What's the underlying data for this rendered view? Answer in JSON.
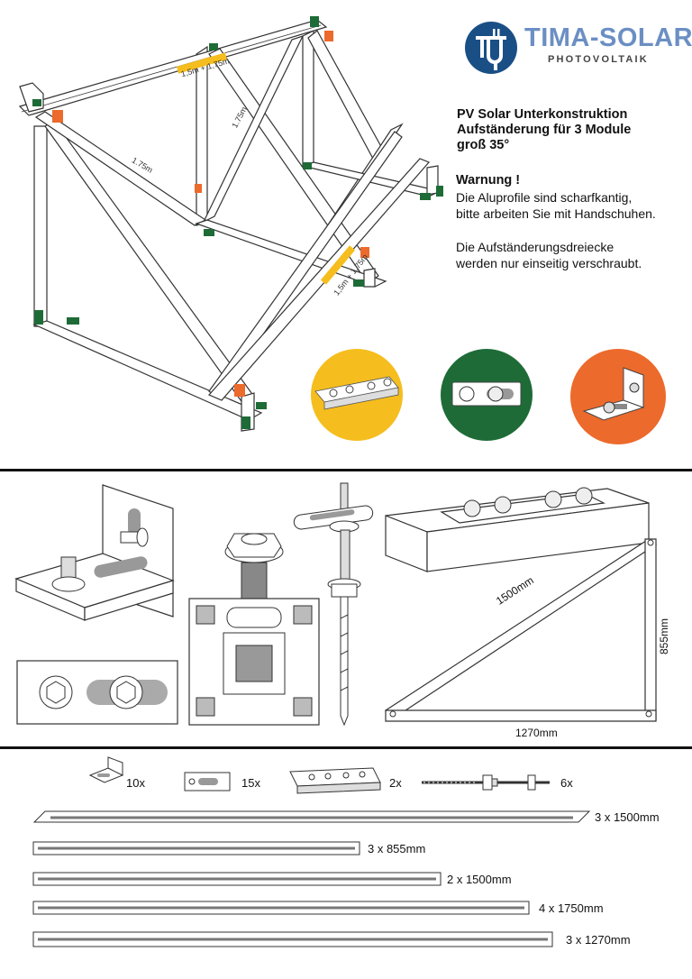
{
  "brand": {
    "name": "TIMA-SOLAR",
    "tagline": "PHOTOVOLTAIK",
    "logo_color": "#1a4f86",
    "name_color": "#6b8fc4"
  },
  "title": {
    "line1": "PV Solar Unterkonstruktion",
    "line2": "Aufständerung für 3 Module",
    "line3": "groß 35°"
  },
  "warning": {
    "heading": "Warnung !",
    "line1": "Die Aluprofile sind scharfkantig,",
    "line2": "bitte arbeiten Sie mit Handschuhen."
  },
  "note": {
    "line1": "Die Aufständerungsdreiecke",
    "line2": "werden nur einseitig verschraubt."
  },
  "frame_labels": {
    "top_rail": "1,5m + 1,75m",
    "front_rail": "1,5m + 1,75m",
    "diag_left": "1.75m",
    "diag_mid": "1.75m"
  },
  "marker_colors": {
    "yellow": "#f5be1e",
    "green": "#1e6b37",
    "orange": "#ec6a2c"
  },
  "triangle": {
    "hypotenuse": "1500mm",
    "height": "855mm",
    "base": "1270mm"
  },
  "parts": [
    {
      "count": "10x"
    },
    {
      "count": "15x"
    },
    {
      "count": "2x"
    },
    {
      "count": "6x"
    }
  ],
  "rails": [
    {
      "label": "3 x 1500mm"
    },
    {
      "label": "3 x 855mm"
    },
    {
      "label": "2 x 1500mm"
    },
    {
      "label": "4 x 1750mm"
    },
    {
      "label": "3 x 1270mm"
    }
  ]
}
